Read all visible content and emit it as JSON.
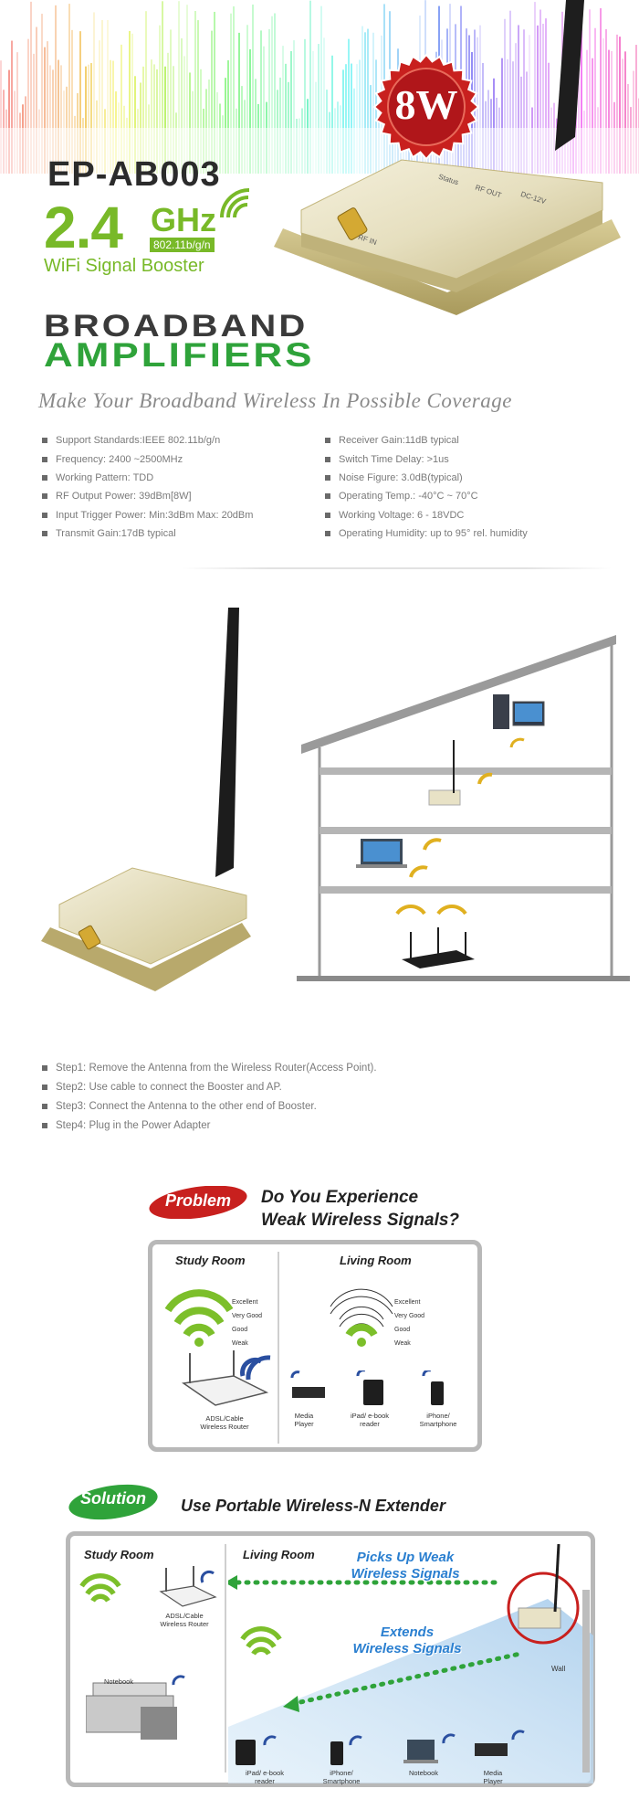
{
  "hero": {
    "model": "EP-AB003",
    "frequency": "2.4",
    "frequency_unit": "GHz",
    "standard_badge": "802.11b/g/n",
    "subtitle": "WiFi Signal Booster",
    "power_badge": "8W",
    "device_labels": [
      "Status",
      "RF OUT",
      "DC-12V"
    ],
    "device_port_label": "RF IN"
  },
  "brand": {
    "line1": "BROADBAND",
    "line2": "AMPLIFIERS",
    "tagline": "Make Your Broadband Wireless In Possible Coverage"
  },
  "specs": {
    "left": [
      "Support Standards:IEEE 802.11b/g/n",
      "Frequency: 2400 ~2500MHz",
      "Working Pattern: TDD",
      "RF Output Power: 39dBm[8W]",
      "Input Trigger Power: Min:3dBm Max: 20dBm",
      "Transmit Gain:17dB typical"
    ],
    "right": [
      "Receiver Gain:11dB typical",
      "Switch Time Delay: >1us",
      "Noise Figure: 3.0dB(typical)",
      "Operating Temp.: -40°C ~ 70°C",
      "Working Voltage: 6 - 18VDC",
      "Operating Humidity: up to 95° rel. humidity"
    ]
  },
  "steps": [
    "Step1: Remove the Antenna from the Wireless Router(Access Point).",
    "Step2: Use cable to connect the Booster and AP.",
    "Step3: Connect the Antenna to the other end of Booster.",
    "Step4: Plug in the Power Adapter"
  ],
  "problem": {
    "pill": "Problem",
    "title_line1": "Do You Experience",
    "title_line2": "Weak Wireless Signals?",
    "study_room": "Study Room",
    "living_room": "Living Room",
    "signal_levels": [
      "Excellent",
      "Very Good",
      "Good",
      "Weak"
    ],
    "router_label_1": "ADSL/Cable",
    "router_label_2": "Wireless Router",
    "devices": [
      {
        "l1": "Media",
        "l2": "Player"
      },
      {
        "l1": "iPad/ e-book",
        "l2": "reader"
      },
      {
        "l1": "iPhone/",
        "l2": "Smartphone"
      }
    ]
  },
  "solution": {
    "pill": "Solution",
    "title": "Use Portable Wireless-N Extender",
    "study_room": "Study Room",
    "living_room": "Living Room",
    "callout1_line1": "Picks Up Weak",
    "callout1_line2": "Wireless Signals",
    "callout2_line1": "Extends",
    "callout2_line2": "Wireless Signals",
    "router_label_1": "ADSL/Cable",
    "router_label_2": "Wireless Router",
    "notebook_label": "Notebook",
    "wall_label": "Wall",
    "devices": [
      {
        "l1": "iPad/ e-book",
        "l2": "reader"
      },
      {
        "l1": "iPhone/",
        "l2": "Smartphone"
      },
      {
        "l1": "Notebook",
        "l2": ""
      },
      {
        "l1": "Media",
        "l2": "Player"
      }
    ]
  },
  "colors": {
    "green": "#78b928",
    "brand_green": "#2fa33a",
    "red_badge": "#c8201e",
    "blue_callout": "#2a7fd0",
    "signal_green": "#7cbf2a"
  }
}
